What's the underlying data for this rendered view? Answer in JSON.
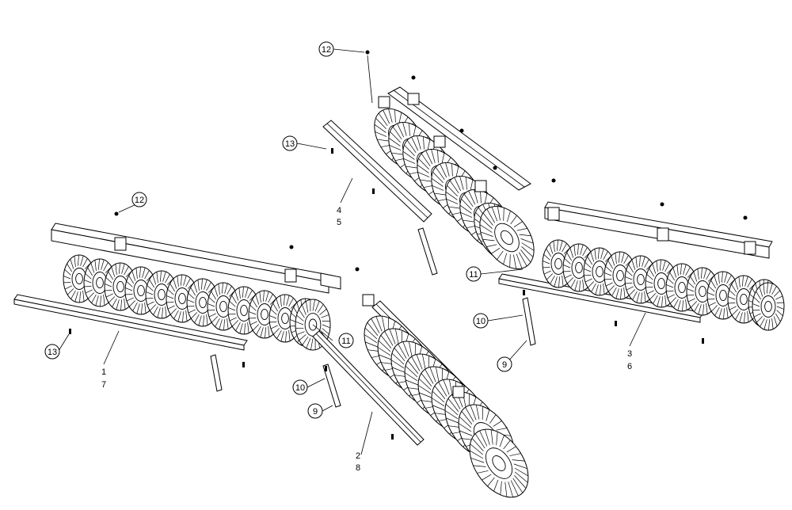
{
  "figure": {
    "callouts": [
      {
        "id": "c12-top",
        "label": "12"
      },
      {
        "id": "c13-top",
        "label": "13"
      },
      {
        "id": "c4-5",
        "label": "4",
        "sub": "5"
      },
      {
        "id": "c12-left",
        "label": "12"
      },
      {
        "id": "c13-left",
        "label": "13"
      },
      {
        "id": "c1-7",
        "label": "1",
        "sub": "7"
      },
      {
        "id": "c11-center",
        "label": "11"
      },
      {
        "id": "c10-center",
        "label": "10"
      },
      {
        "id": "c9-center",
        "label": "9"
      },
      {
        "id": "c2-8",
        "label": "2",
        "sub": "8"
      },
      {
        "id": "c11-right",
        "label": "11"
      },
      {
        "id": "c10-right",
        "label": "10"
      },
      {
        "id": "c9-right",
        "label": "9"
      },
      {
        "id": "c3-6",
        "label": "3",
        "sub": "6"
      }
    ]
  },
  "colors": {
    "line": "#000000",
    "paper": "#ffffff"
  }
}
